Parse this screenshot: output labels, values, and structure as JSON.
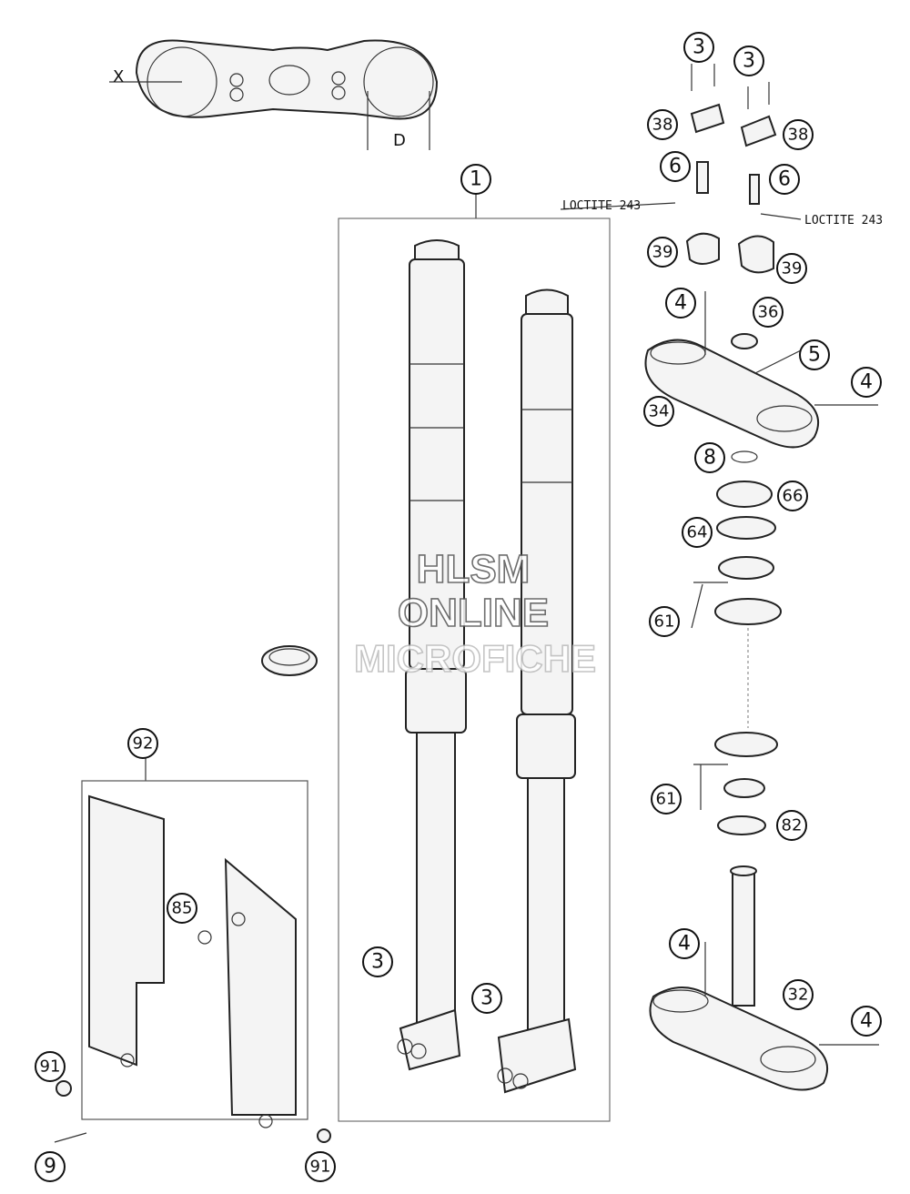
{
  "diagram": {
    "callouts": [
      "1",
      "3",
      "3",
      "3",
      "3",
      "4",
      "4",
      "4",
      "4",
      "5",
      "6",
      "6",
      "8",
      "9",
      "32",
      "34",
      "36",
      "38",
      "38",
      "39",
      "39",
      "61",
      "61",
      "64",
      "66",
      "82",
      "85",
      "91",
      "91",
      "92"
    ],
    "notes": {
      "loctite_left": "LOCTITE 243",
      "loctite_right": "LOCTITE 243"
    },
    "dimensions": {
      "x": "X",
      "d": "D"
    },
    "watermark": {
      "line1": "HLSM",
      "line2": "ONLINE",
      "line3": "MICROFICHE"
    }
  }
}
